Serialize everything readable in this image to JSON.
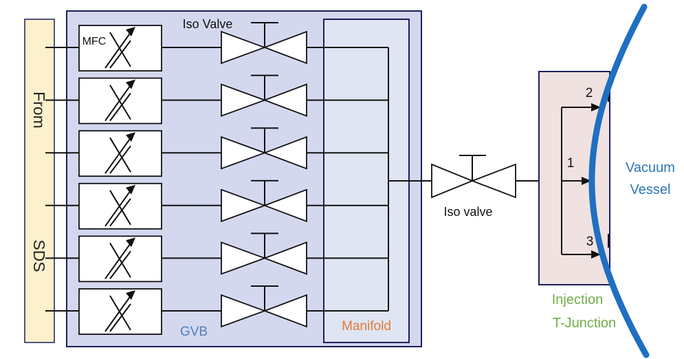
{
  "source": {
    "label_top": "From",
    "label_bottom": "SDS"
  },
  "gvb": {
    "label": "GVB",
    "mfc_label": "MFC",
    "iso_valve_label": "Iso Valve",
    "channel_count": 6
  },
  "manifold": {
    "label": "Manifold"
  },
  "main_valve": {
    "label": "Iso valve"
  },
  "injection": {
    "label_line1": "Injection",
    "label_line2": "T-Junction",
    "ports": [
      "2",
      "1",
      "3"
    ]
  },
  "vessel": {
    "label_line1": "Vacuum",
    "label_line2": "Vessel"
  },
  "colors": {
    "source_fill": "#fdf0cc",
    "gvb_fill": "#d4d8ef",
    "manifold_fill": "#dfe5f3",
    "box_stroke": "#1a1f5a",
    "injection_fill": "#efe2e0",
    "vessel_wall": "#1f6fc2",
    "gvb_label": "#4f81bd",
    "manifold_label": "#e07b39",
    "injection_label": "#70ad47",
    "vessel_label": "#2e75b6"
  }
}
